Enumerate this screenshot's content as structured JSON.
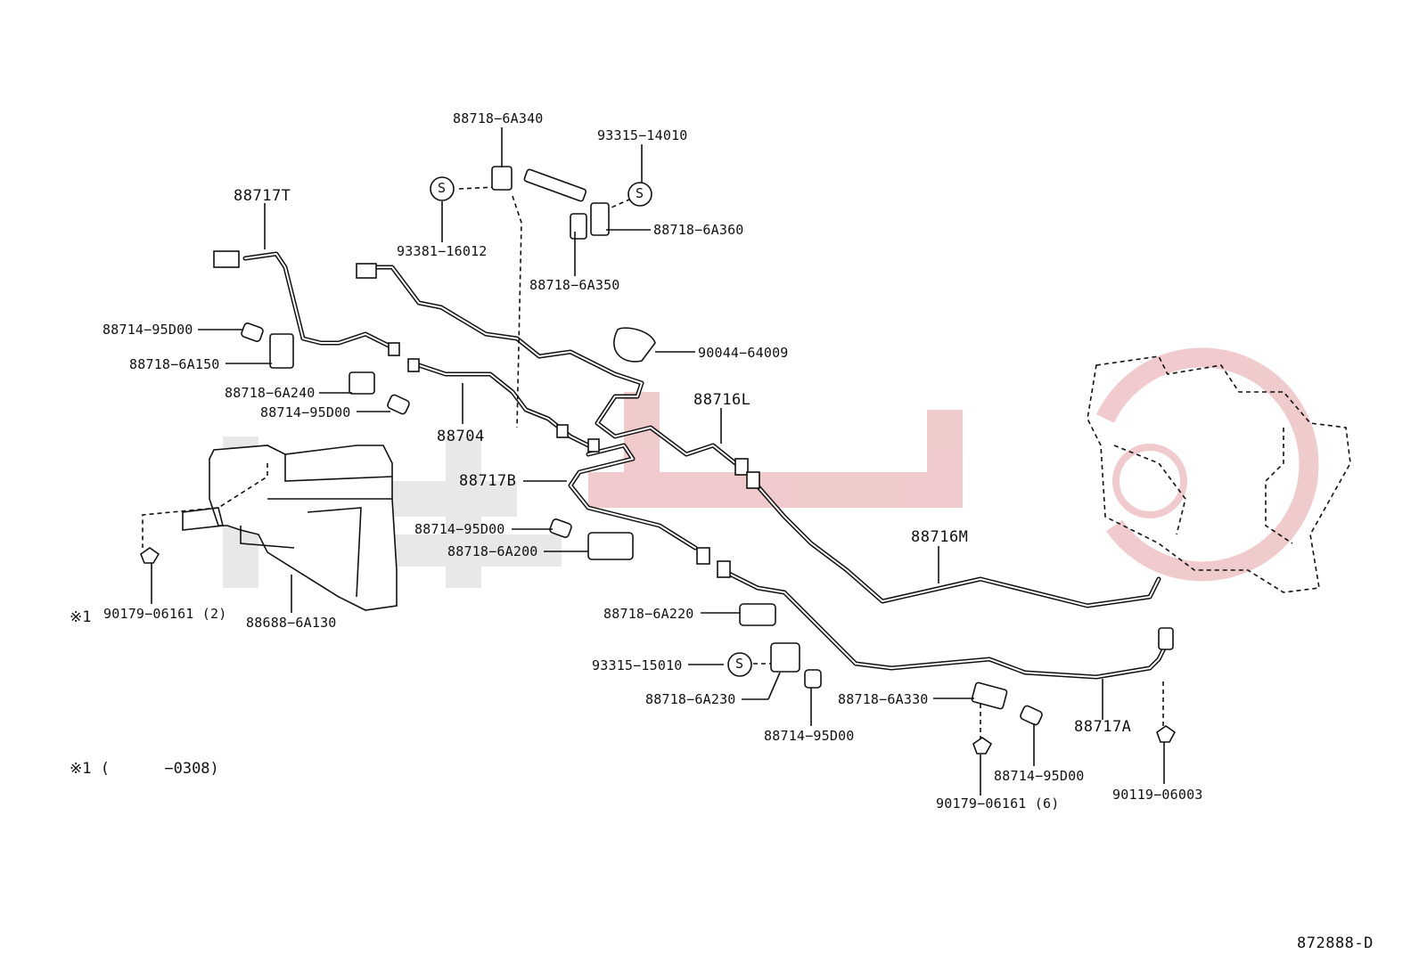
{
  "diagram_id": "872888-D",
  "brand_colors": {
    "watermark": "#e9a9ab",
    "watermark_gray": "#d9d9d9",
    "ink": "#111111"
  },
  "labels": {
    "l_88718_6A340": "88718−6A340",
    "l_93315_14010": "93315−14010",
    "l_88717T": "88717T",
    "l_93381_16012": "93381−16012",
    "l_88718_6A360": "88718−6A360",
    "l_88718_6A350": "88718−6A350",
    "l_88714_95D00_a": "88714−95D00",
    "l_88718_6A150": "88718−6A150",
    "l_90044_64009": "90044−64009",
    "l_88718_6A240": "88718−6A240",
    "l_88714_95D00_b": "88714−95D00",
    "l_88716L": "88716L",
    "l_88704": "88704",
    "l_88717B": "88717B",
    "l_88714_95D00_c": "88714−95D00",
    "l_88718_6A200": "88718−6A200",
    "l_88716M": "88716M",
    "l_90179_06161_2": "90179−06161 (2)",
    "l_note_mark": "※1",
    "l_88688_6A130": "88688−6A130",
    "l_88718_6A220": "88718−6A220",
    "l_93315_15010": "93315−15010",
    "l_88718_6A230": "88718−6A230",
    "l_88718_6A330": "88718−6A330",
    "l_88714_95D00_d": "88714−95D00",
    "l_88717A": "88717A",
    "l_88714_95D00_e": "88714−95D00",
    "l_90179_06161_6": "90179−06161 (6)",
    "l_90119_06003": "90119−06003",
    "s_symbol": "S",
    "footnote": "※1 (      −0308)"
  }
}
